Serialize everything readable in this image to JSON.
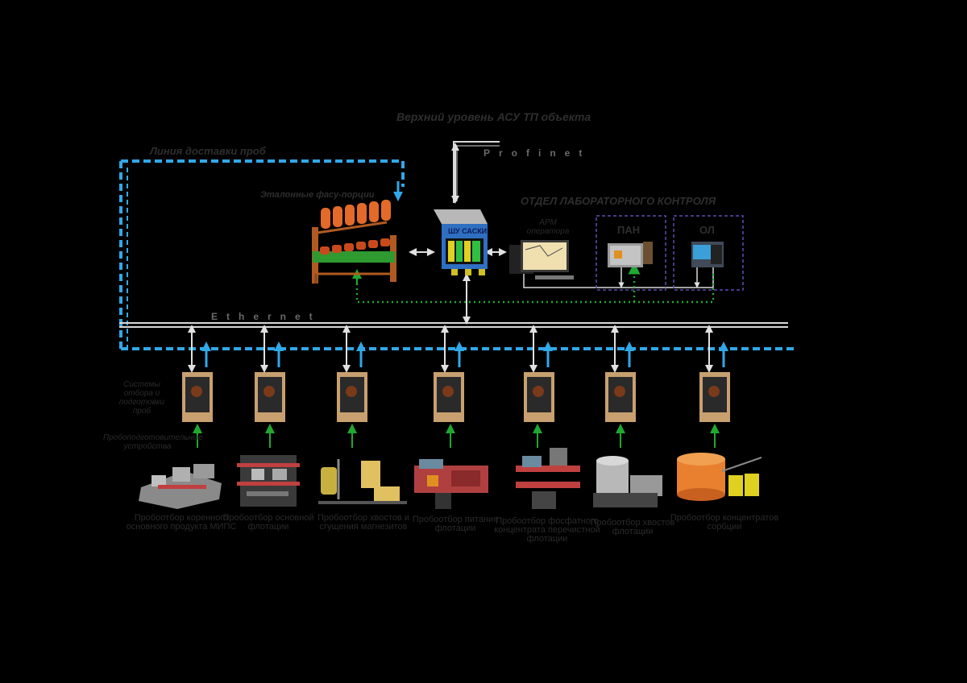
{
  "labels": {
    "top_level": "Верхний уровень АСУ ТП объекта",
    "profinet": "Profinet",
    "ethernet": "Ethernet",
    "sample_line": "Линия доставки проб",
    "standard_samples": "Эталонные фасу-порции",
    "shu_saso": "ШУ САСКИ",
    "arm": "АРМ оператора",
    "lab_control": "ОТДЕЛ ЛАБОРАТОРНОГО КОНТРОЛЯ",
    "pan_box": "ПАН",
    "ol_box": "ОЛ",
    "sampler_side": "Системы отбора и подготовки проб",
    "pretreat_side": "Пробоподготовительные устройства"
  },
  "processes": [
    "Пробоотбор коренного основного продукта МИПС",
    "Пробоотбор основной флотации",
    "Пробоотбор хвостов и сгущения магнезитов",
    "Пробоотбор питания флотации",
    "Пробоотбор фосфатного концентрата перечистной флотации",
    "Пробоотбор хвостов флотации",
    "Пробоотбор концентратов сорбции"
  ],
  "colors": {
    "blue_dash": "#31a8e8",
    "bus": "#d8d8d8",
    "green": "#20a830",
    "purple": "#5c4fb0",
    "orange": "#e46a2a",
    "label": "#2e2e2e"
  }
}
